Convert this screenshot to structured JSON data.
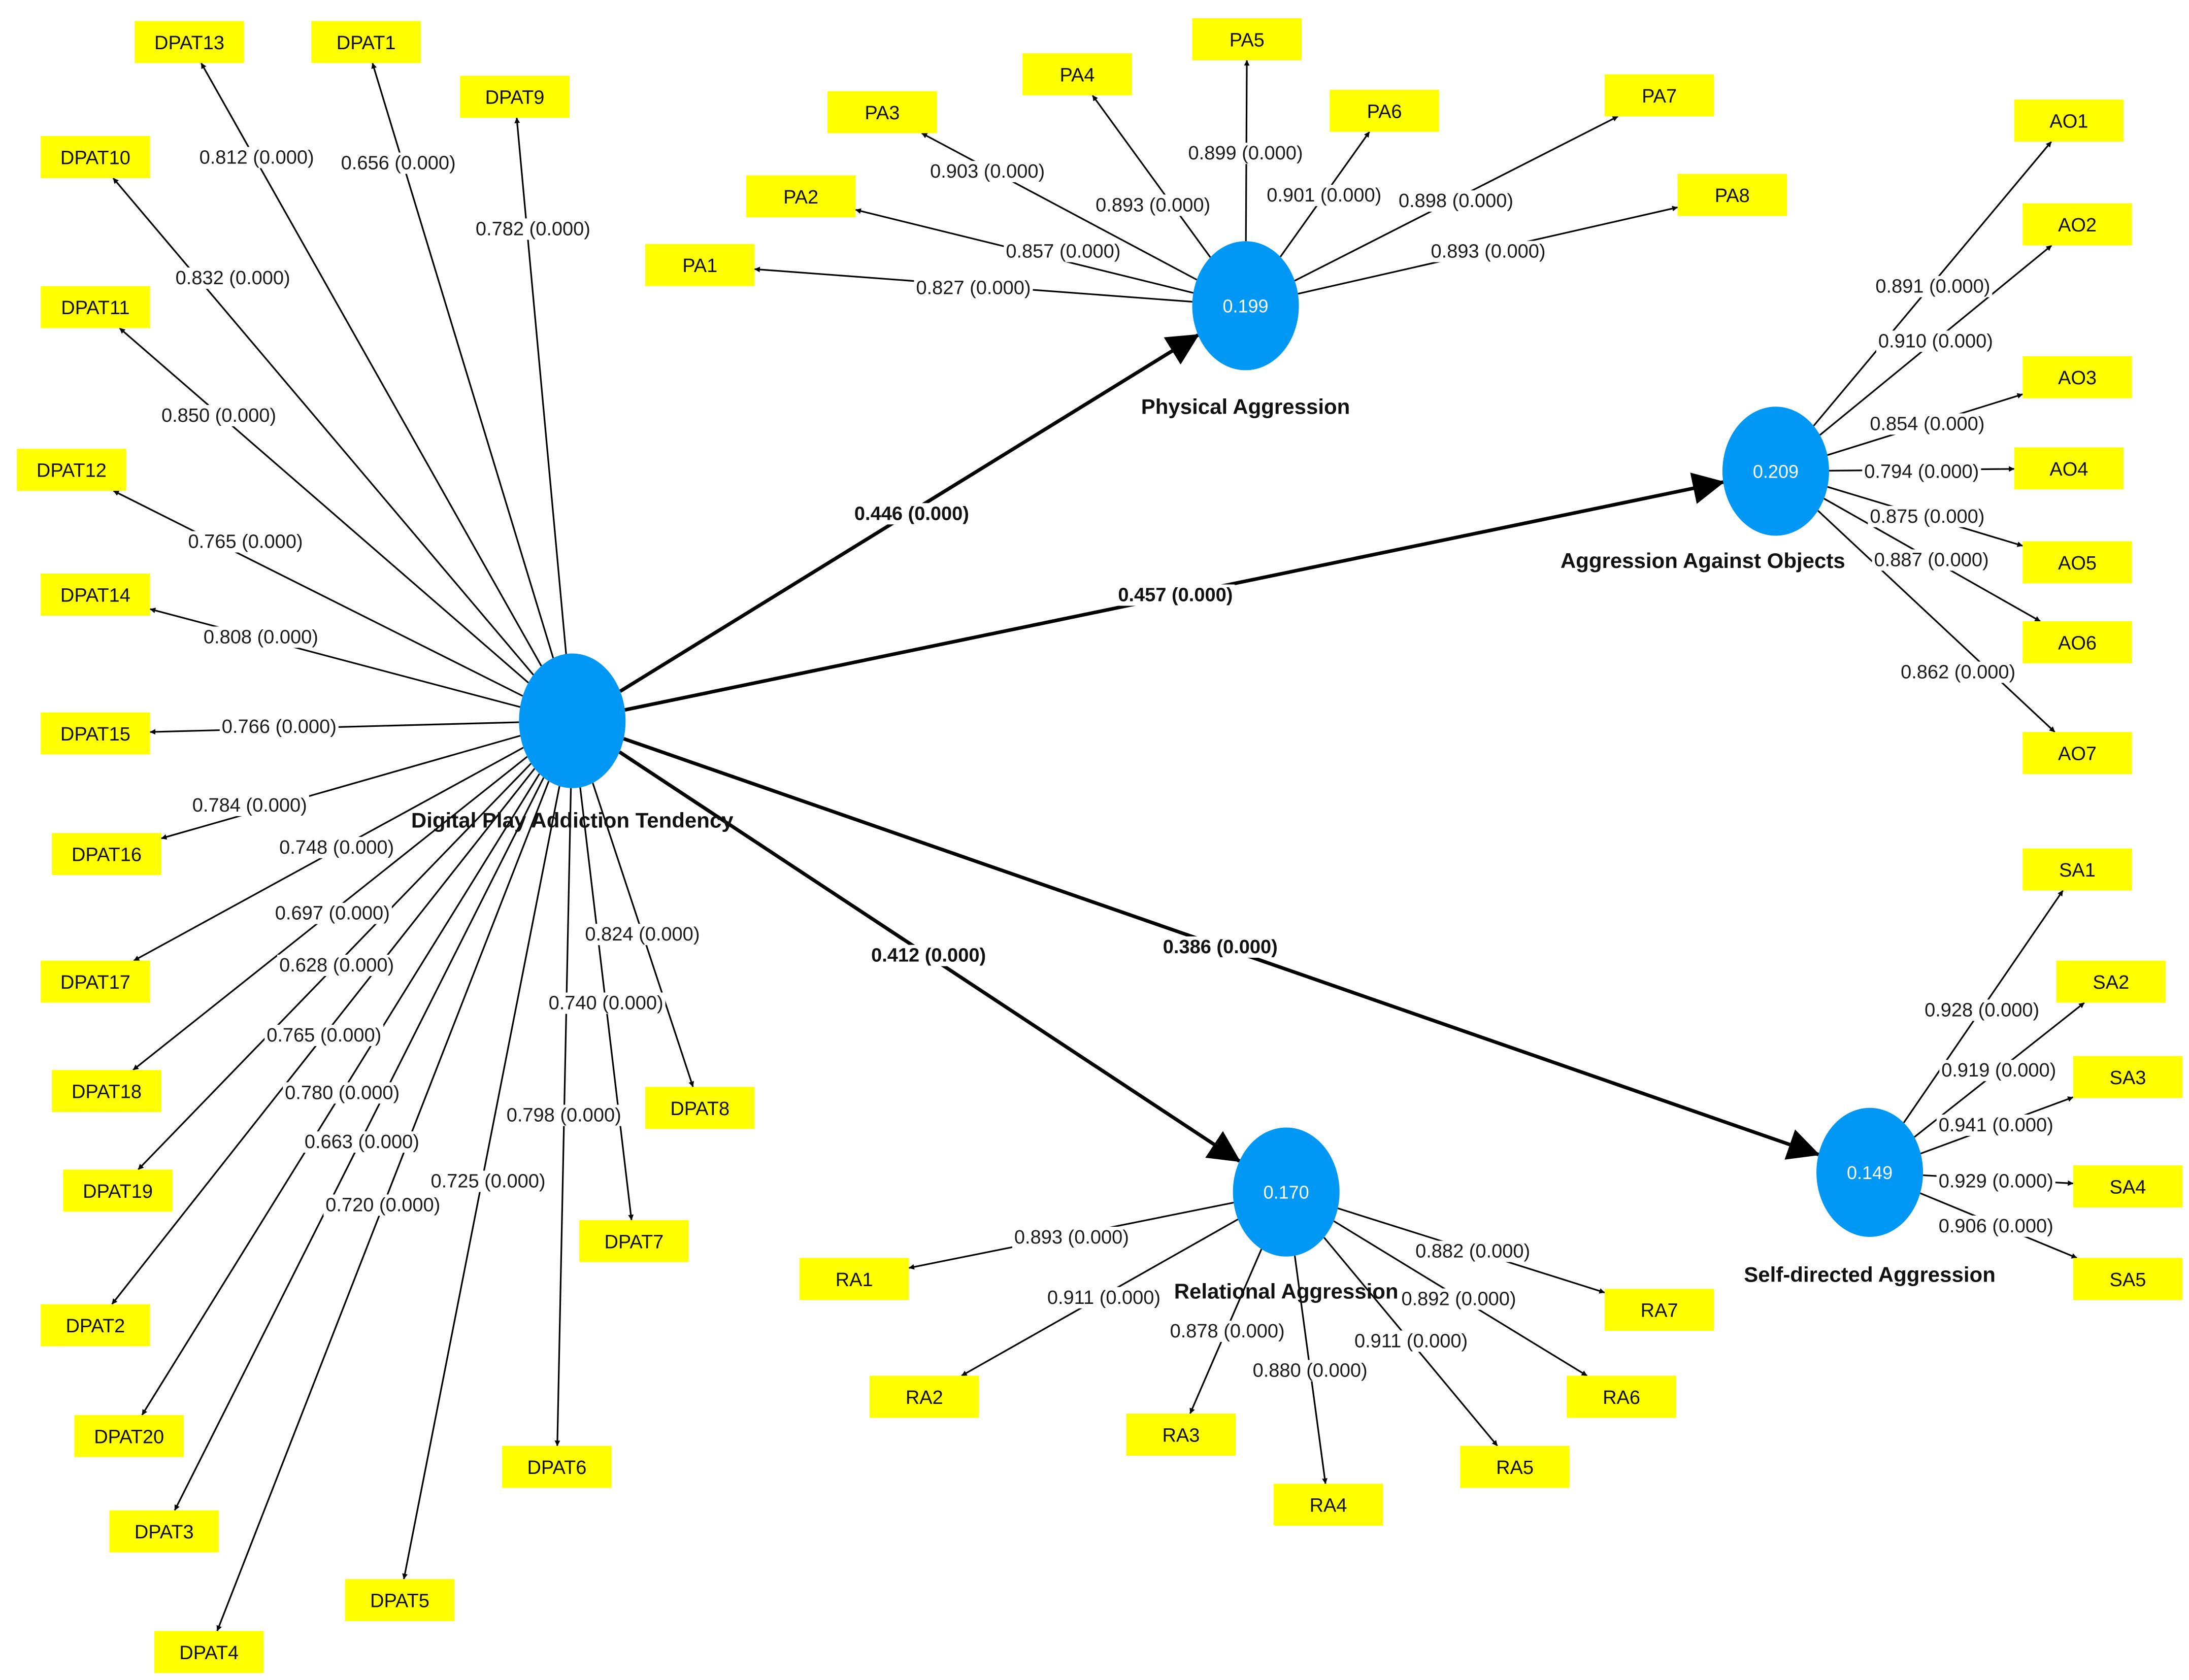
{
  "colors": {
    "indicator_fill": "#ffff00",
    "construct_fill": "#0097f5",
    "line": "#000000",
    "background": "#ffffff"
  },
  "constructs": {
    "dpat": {
      "name": "Digital Play Addiction Tendency",
      "value": ""
    },
    "pa": {
      "name": "Physical Aggression",
      "value": "0.199"
    },
    "ao": {
      "name": "Aggression Against Objects",
      "value": "0.209"
    },
    "ra": {
      "name": "Relational Aggression",
      "value": "0.170"
    },
    "sa": {
      "name": "Self-directed Aggression",
      "value": "0.149"
    }
  },
  "paths": [
    {
      "from": "dpat",
      "to": "pa",
      "label": "0.446 (0.000)"
    },
    {
      "from": "dpat",
      "to": "ao",
      "label": "0.457 (0.000)"
    },
    {
      "from": "dpat",
      "to": "ra",
      "label": "0.412 (0.000)"
    },
    {
      "from": "dpat",
      "to": "sa",
      "label": "0.386 (0.000)"
    }
  ],
  "indicators": [
    {
      "name": "DPAT13",
      "construct": "dpat",
      "label": "0.812 (0.000)"
    },
    {
      "name": "DPAT1",
      "construct": "dpat",
      "label": "0.656 (0.000)"
    },
    {
      "name": "DPAT9",
      "construct": "dpat",
      "label": "0.782 (0.000)"
    },
    {
      "name": "DPAT10",
      "construct": "dpat",
      "label": "0.832 (0.000)"
    },
    {
      "name": "DPAT11",
      "construct": "dpat",
      "label": "0.850 (0.000)"
    },
    {
      "name": "DPAT12",
      "construct": "dpat",
      "label": "0.765 (0.000)"
    },
    {
      "name": "DPAT14",
      "construct": "dpat",
      "label": "0.808 (0.000)"
    },
    {
      "name": "DPAT15",
      "construct": "dpat",
      "label": "0.766 (0.000)"
    },
    {
      "name": "DPAT16",
      "construct": "dpat",
      "label": "0.784 (0.000)"
    },
    {
      "name": "DPAT17",
      "construct": "dpat",
      "label": "0.748 (0.000)"
    },
    {
      "name": "DPAT18",
      "construct": "dpat",
      "label": "0.697 (0.000)"
    },
    {
      "name": "DPAT19",
      "construct": "dpat",
      "label": "0.628 (0.000)"
    },
    {
      "name": "DPAT2",
      "construct": "dpat",
      "label": "0.765 (0.000)"
    },
    {
      "name": "DPAT20",
      "construct": "dpat",
      "label": "0.780 (0.000)"
    },
    {
      "name": "DPAT3",
      "construct": "dpat",
      "label": "0.663 (0.000)"
    },
    {
      "name": "DPAT4",
      "construct": "dpat",
      "label": "0.720 (0.000)"
    },
    {
      "name": "DPAT5",
      "construct": "dpat",
      "label": "0.725 (0.000)"
    },
    {
      "name": "DPAT6",
      "construct": "dpat",
      "label": "0.798 (0.000)"
    },
    {
      "name": "DPAT7",
      "construct": "dpat",
      "label": "0.740 (0.000)"
    },
    {
      "name": "DPAT8",
      "construct": "dpat",
      "label": "0.824 (0.000)"
    },
    {
      "name": "PA1",
      "construct": "pa",
      "label": "0.827 (0.000)"
    },
    {
      "name": "PA2",
      "construct": "pa",
      "label": "0.857 (0.000)"
    },
    {
      "name": "PA3",
      "construct": "pa",
      "label": "0.903 (0.000)"
    },
    {
      "name": "PA4",
      "construct": "pa",
      "label": "0.893 (0.000)"
    },
    {
      "name": "PA5",
      "construct": "pa",
      "label": "0.899 (0.000)"
    },
    {
      "name": "PA6",
      "construct": "pa",
      "label": "0.901 (0.000)"
    },
    {
      "name": "PA7",
      "construct": "pa",
      "label": "0.898 (0.000)"
    },
    {
      "name": "PA8",
      "construct": "pa",
      "label": "0.893 (0.000)"
    },
    {
      "name": "AO1",
      "construct": "ao",
      "label": "0.891 (0.000)"
    },
    {
      "name": "AO2",
      "construct": "ao",
      "label": "0.910 (0.000)"
    },
    {
      "name": "AO3",
      "construct": "ao",
      "label": "0.854 (0.000)"
    },
    {
      "name": "AO4",
      "construct": "ao",
      "label": "0.794 (0.000)"
    },
    {
      "name": "AO5",
      "construct": "ao",
      "label": "0.875 (0.000)"
    },
    {
      "name": "AO6",
      "construct": "ao",
      "label": "0.887 (0.000)"
    },
    {
      "name": "AO7",
      "construct": "ao",
      "label": "0.862 (0.000)"
    },
    {
      "name": "RA1",
      "construct": "ra",
      "label": "0.893 (0.000)"
    },
    {
      "name": "RA2",
      "construct": "ra",
      "label": "0.911 (0.000)"
    },
    {
      "name": "RA3",
      "construct": "ra",
      "label": "0.878 (0.000)"
    },
    {
      "name": "RA4",
      "construct": "ra",
      "label": "0.880 (0.000)"
    },
    {
      "name": "RA5",
      "construct": "ra",
      "label": "0.911 (0.000)"
    },
    {
      "name": "RA6",
      "construct": "ra",
      "label": "0.892 (0.000)"
    },
    {
      "name": "RA7",
      "construct": "ra",
      "label": "0.882 (0.000)"
    },
    {
      "name": "SA1",
      "construct": "sa",
      "label": "0.928 (0.000)"
    },
    {
      "name": "SA2",
      "construct": "sa",
      "label": "0.919 (0.000)"
    },
    {
      "name": "SA3",
      "construct": "sa",
      "label": "0.941 (0.000)"
    },
    {
      "name": "SA4",
      "construct": "sa",
      "label": "0.929 (0.000)"
    },
    {
      "name": "SA5",
      "construct": "sa",
      "label": "0.906 (0.000)"
    }
  ]
}
